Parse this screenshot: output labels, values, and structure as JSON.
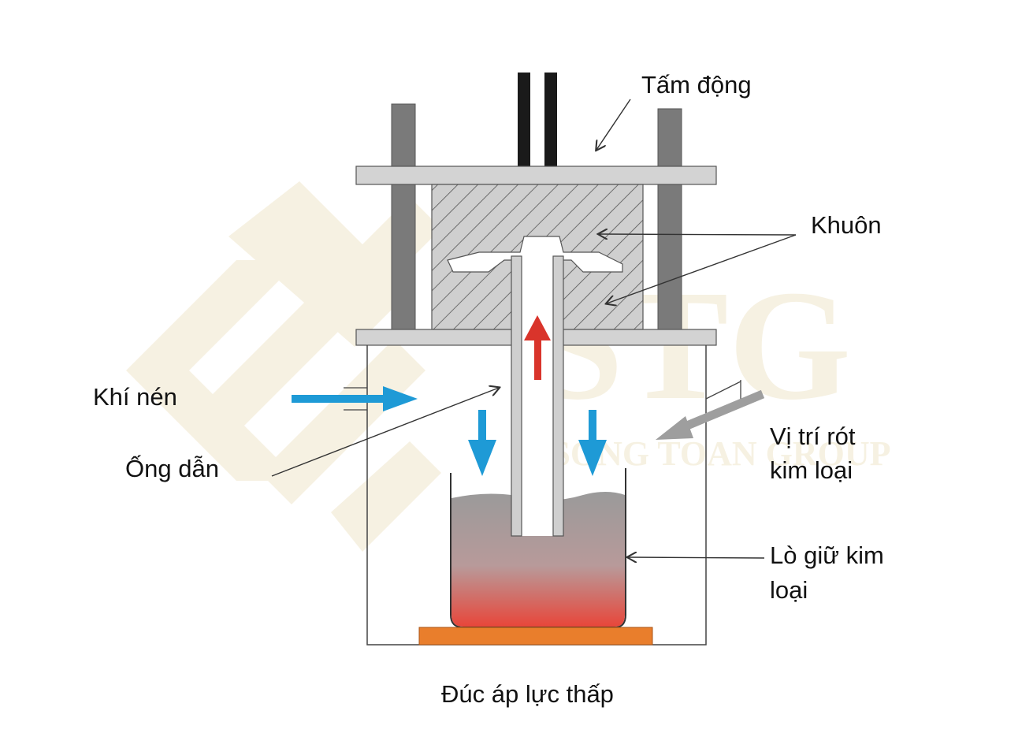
{
  "diagram": {
    "title": "Đúc áp lực thấp",
    "labels": {
      "moving_plate": "Tấm động",
      "mold": "Khuôn",
      "compressed_air": "Khí nén",
      "conduit": "Ống dẫn",
      "pour_position_line1": "Vị trí rót",
      "pour_position_line2": "kim loại",
      "holding_furnace_line1": "Lò giữ kim",
      "holding_furnace_line2": "loại"
    },
    "watermark": {
      "text": "STG",
      "subtext": "SONG TOAN GROUP"
    },
    "colors": {
      "plate": "#d3d3d3",
      "mold_fill": "#cfcfcf",
      "column": "#7a7a7a",
      "melt_top": "#9a9a9a",
      "melt_bottom": "#e8463a",
      "heater": "#e97e2c",
      "air_arrow": "#1e9ad6",
      "metal_flow_arrow": "#d9342b",
      "pour_arrow": "#9e9e9e",
      "watermark": "#efe6cc"
    }
  }
}
